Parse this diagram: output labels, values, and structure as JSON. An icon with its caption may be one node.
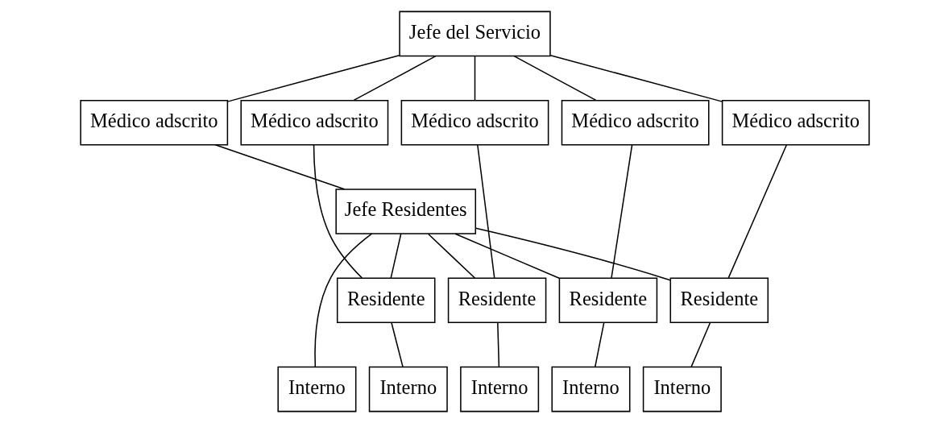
{
  "diagram": {
    "nodes": [
      {
        "text": [
          "Jefe del Servicio"
        ]
      },
      {
        "text": [
          "Médico adscrito"
        ]
      },
      {
        "text": [
          "Médico adscrito"
        ]
      },
      {
        "text": [
          "Médico adscrito"
        ]
      },
      {
        "text": [
          "Médico adscrito"
        ]
      },
      {
        "text": [
          "Médico adscrito"
        ]
      },
      {
        "text": [
          "Jefe Residentes"
        ]
      },
      {
        "text": [
          "Residente"
        ]
      },
      {
        "text": [
          "Residente"
        ]
      },
      {
        "text": [
          "Residente"
        ]
      },
      {
        "text": [
          "Residente"
        ]
      },
      {
        "text": [
          "Interno"
        ]
      },
      {
        "text": [
          "Interno"
        ]
      },
      {
        "text": [
          "Interno"
        ]
      },
      {
        "text": [
          "Interno"
        ]
      },
      {
        "text": [
          "Interno"
        ]
      }
    ],
    "edges": [
      {
        "from": 0,
        "to": 1,
        "arrow": "none"
      },
      {
        "from": 0,
        "to": 2,
        "arrow": "none"
      },
      {
        "from": 0,
        "to": 3,
        "arrow": "none"
      },
      {
        "from": 0,
        "to": 4,
        "arrow": "none"
      },
      {
        "from": 0,
        "to": 5,
        "arrow": "none"
      },
      {
        "from": 1,
        "to": 6,
        "arrow": "none"
      },
      {
        "from": 6,
        "to": 11,
        "arrow": "none"
      },
      {
        "from": 6,
        "to": 7,
        "arrow": "none"
      },
      {
        "from": 6,
        "to": 8,
        "arrow": "none"
      },
      {
        "from": 6,
        "to": 9,
        "arrow": "none"
      },
      {
        "from": 6,
        "to": 10,
        "arrow": "none"
      },
      {
        "from": 2,
        "to": 7,
        "arrow": "none"
      },
      {
        "from": 3,
        "to": 8,
        "arrow": "none"
      },
      {
        "from": 4,
        "to": 9,
        "arrow": "none"
      },
      {
        "from": 5,
        "to": 10,
        "arrow": "none"
      },
      {
        "from": 7,
        "to": 12,
        "arrow": "none"
      },
      {
        "from": 8,
        "to": 13,
        "arrow": "none"
      },
      {
        "from": 9,
        "to": 14,
        "arrow": "none"
      },
      {
        "from": 10,
        "to": 15,
        "arrow": "none"
      }
    ]
  }
}
